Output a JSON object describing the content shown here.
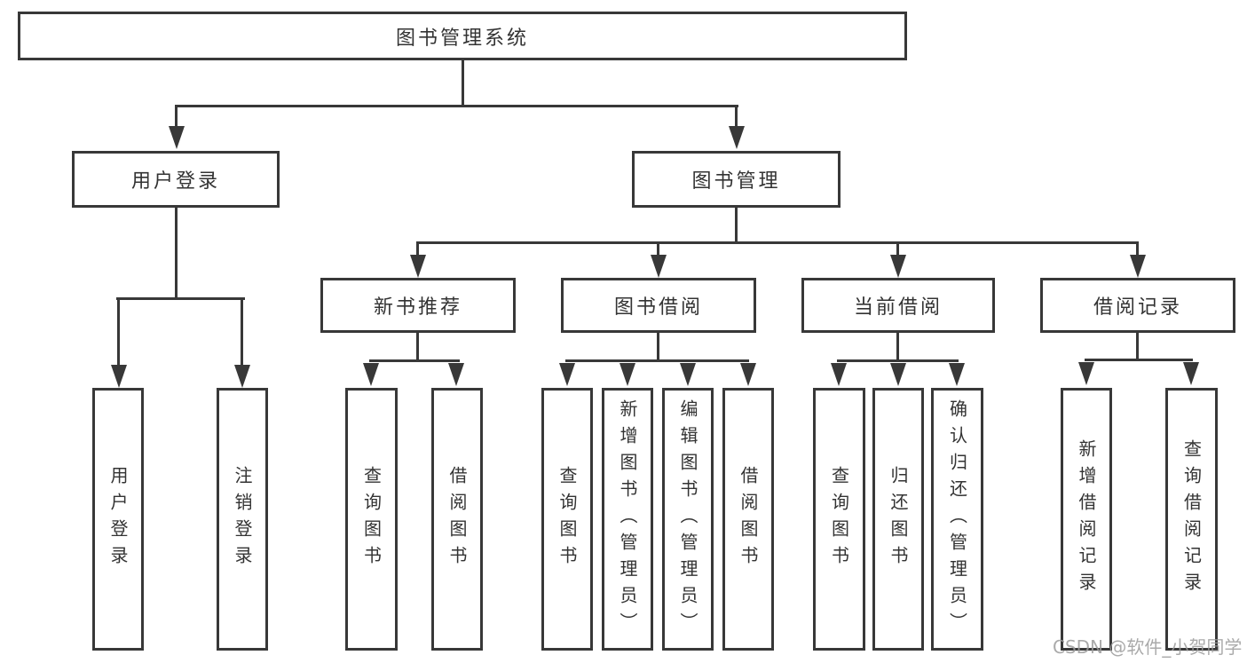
{
  "diagram": {
    "root": "图书管理系统",
    "branches": [
      {
        "label": "用户登录",
        "children": [
          "用户登录",
          "注销登录"
        ]
      },
      {
        "label": "图书管理",
        "children": [
          {
            "label": "新书推荐",
            "children": [
              "查询图书",
              "借阅图书"
            ]
          },
          {
            "label": "图书借阅",
            "children": [
              "查询图书",
              "新增图书（管理员）",
              "编辑图书（管理员）",
              "借阅图书"
            ]
          },
          {
            "label": "当前借阅",
            "children": [
              "查询图书",
              "归还图书",
              "确认归还（管理员）"
            ]
          },
          {
            "label": "借阅记录",
            "children": [
              "新增借阅记录",
              "查询借阅记录"
            ]
          }
        ]
      }
    ]
  },
  "watermark": {
    "text": "CSDN @软件_小贺同学"
  },
  "colors": {
    "line": "#383838",
    "text": "#333333",
    "watermark": "#9c9c9c",
    "background": "#ffffff"
  }
}
